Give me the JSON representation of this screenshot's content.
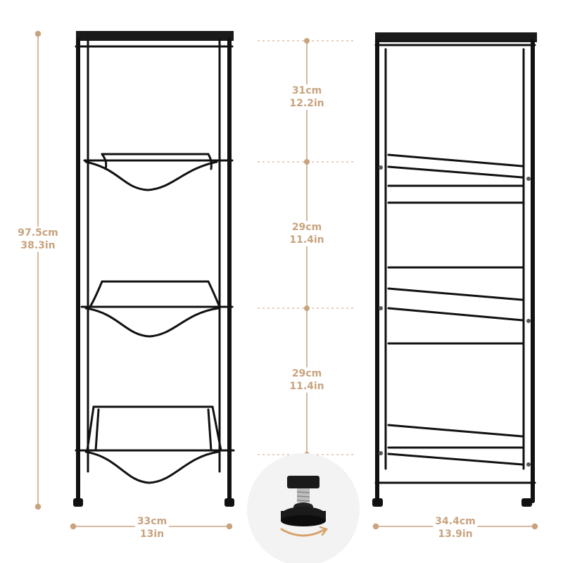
{
  "labels": {
    "total_height": {
      "cm": "97.5cm",
      "in": "38.3in"
    },
    "top_gap": {
      "cm": "31cm",
      "in": "12.2in"
    },
    "middle_gap": {
      "cm": "29cm",
      "in": "11.4in"
    },
    "bottom_gap": {
      "cm": "29cm",
      "in": "11.4in"
    },
    "front_width": {
      "cm": "33cm",
      "in": "13in"
    },
    "side_depth": {
      "cm": "34.4cm",
      "in": "13.9in"
    }
  },
  "colors": {
    "accent": "#c8a37e",
    "frame": "#111111",
    "background": "#ffffff"
  },
  "icons": {
    "detail_inset": "adjustable-foot-icon",
    "rotate_arrow": "rotate-arrow-icon"
  }
}
